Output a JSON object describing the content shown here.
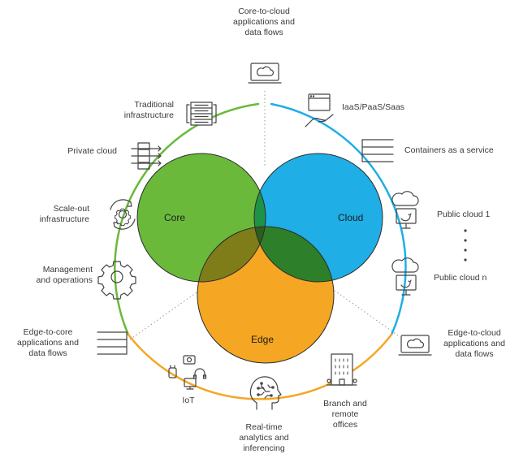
{
  "colors": {
    "core": "#6ab93b",
    "cloud": "#1faee6",
    "edge": "#f5a623",
    "core_cloud": "#1e9347",
    "core_edge": "#7f7d1a",
    "cloud_edge": "#2e7f2a",
    "all": "#2d5e1c",
    "ring_green": "#6ab93b",
    "ring_blue": "#1faee6",
    "ring_orange": "#f5a623",
    "icon": "#444444"
  },
  "circles": {
    "core": "Core",
    "cloud": "Cloud",
    "edge": "Edge"
  },
  "items": {
    "core_to_cloud": {
      "label": "Core-to-cloud\napplications and\ndata flows",
      "icon": "laptop-cloud-icon"
    },
    "iaas": {
      "label": "IaaS/PaaS/Saas",
      "icon": "browser-hand-icon"
    },
    "containers": {
      "label": "Containers as a service",
      "icon": "containers-icon"
    },
    "public_cloud_1": {
      "label": "Public cloud 1",
      "icon": "cloud-monitor-icon"
    },
    "public_cloud_n": {
      "label": "Public cloud n",
      "icon": "cloud-monitor-icon"
    },
    "edge_to_cloud": {
      "label": "Edge-to-cloud\napplications and\ndata flows",
      "icon": "laptop-cloud-icon"
    },
    "branch": {
      "label": "Branch and\nremote\noffices",
      "icon": "building-icon"
    },
    "realtime": {
      "label": "Real-time\nanalytics and\ninferencing",
      "icon": "head-brain-icon"
    },
    "iot": {
      "label": "IoT",
      "icon": "iot-devices-icon"
    },
    "edge_to_core": {
      "label": "Edge-to-core\napplications and\ndata flows",
      "icon": "stack-icon"
    },
    "management": {
      "label": "Management\nand operations",
      "icon": "gear-icon"
    },
    "scale_out": {
      "label": "Scale-out\ninfrastructure",
      "icon": "cycle-gear-icon"
    },
    "private_cloud": {
      "label": "Private cloud",
      "icon": "server-arrows-icon"
    },
    "traditional": {
      "label": "Traditional\ninfrastructure",
      "icon": "server-rack-icon"
    }
  }
}
